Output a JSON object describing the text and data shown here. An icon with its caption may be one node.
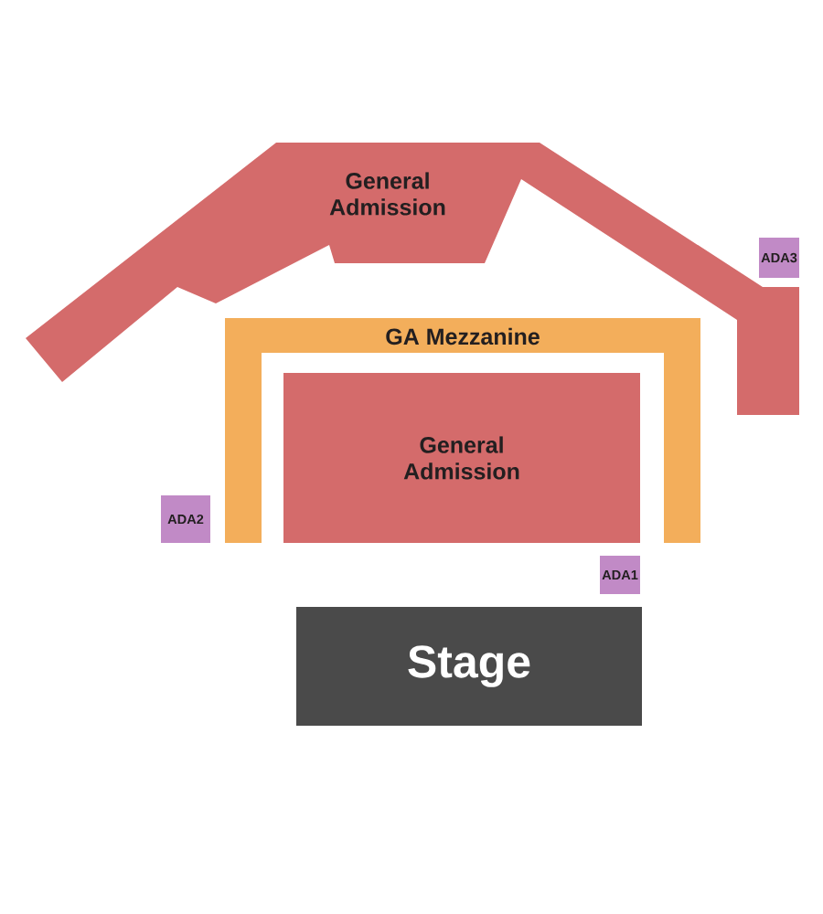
{
  "diagram": {
    "nodes": [
      {
        "text": [
          "General Admission"
        ]
      },
      {
        "text": [
          "ADA3"
        ]
      },
      {
        "text": [
          "GA Mezzanine"
        ]
      },
      {
        "text": [
          "General Admission"
        ]
      },
      {
        "text": [
          "ADA2"
        ]
      },
      {
        "text": [
          "ADA1"
        ]
      },
      {
        "text": [
          "Stage"
        ]
      }
    ]
  }
}
